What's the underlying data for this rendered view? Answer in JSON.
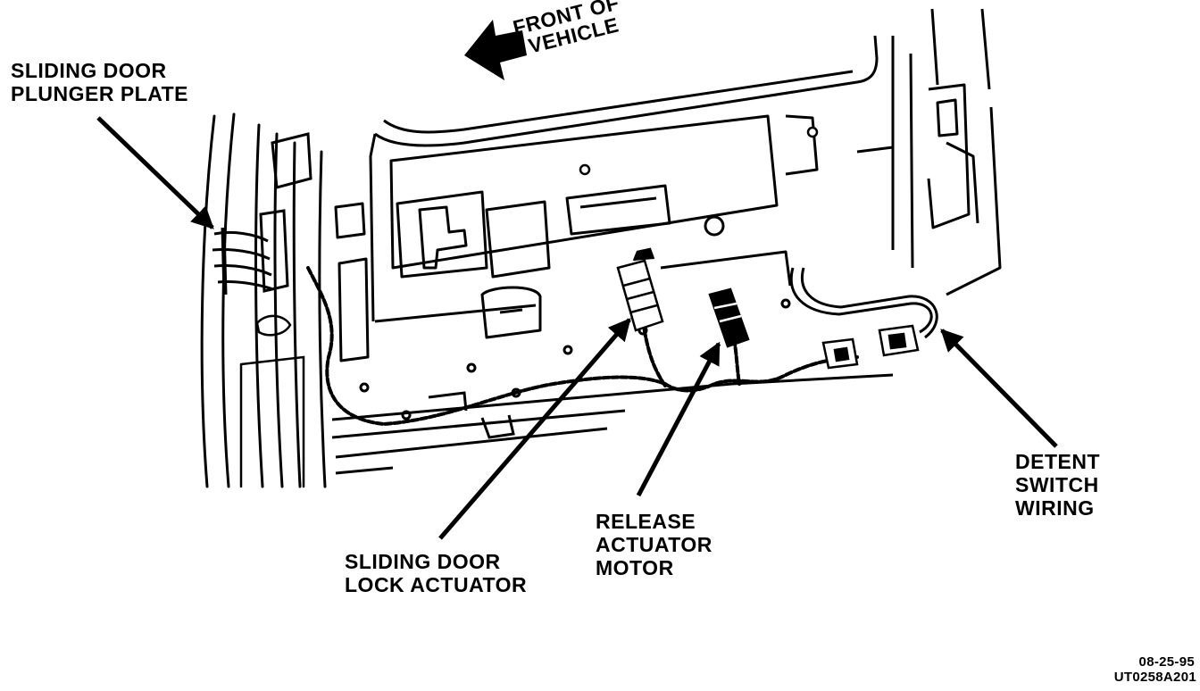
{
  "labels": {
    "plunger_plate": [
      "SLIDING DOOR",
      "PLUNGER PLATE"
    ],
    "front_of_vehicle": [
      "FRONT OF",
      "VEHICLE"
    ],
    "lock_actuator": [
      "SLIDING DOOR",
      "LOCK ACTUATOR"
    ],
    "release_motor": [
      "RELEASE",
      "ACTUATOR",
      "MOTOR"
    ],
    "detent_wiring": [
      "DETENT",
      "SWITCH",
      "WIRING"
    ]
  },
  "footer": {
    "date": "08-25-95",
    "code": "UT0258A201"
  }
}
